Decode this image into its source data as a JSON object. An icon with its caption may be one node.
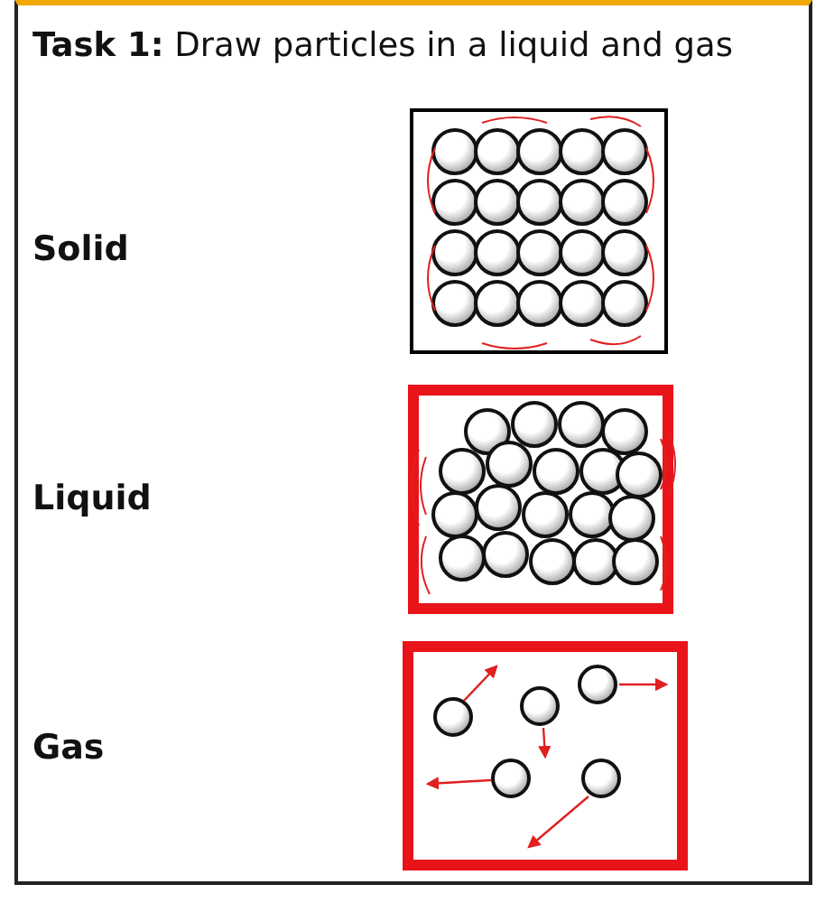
{
  "diagram": {
    "title": "**Task 1:** Draw particles in a liquid and gas",
    "labels": [
      "Solid",
      "Liquid",
      "Gas"
    ]
  }
}
